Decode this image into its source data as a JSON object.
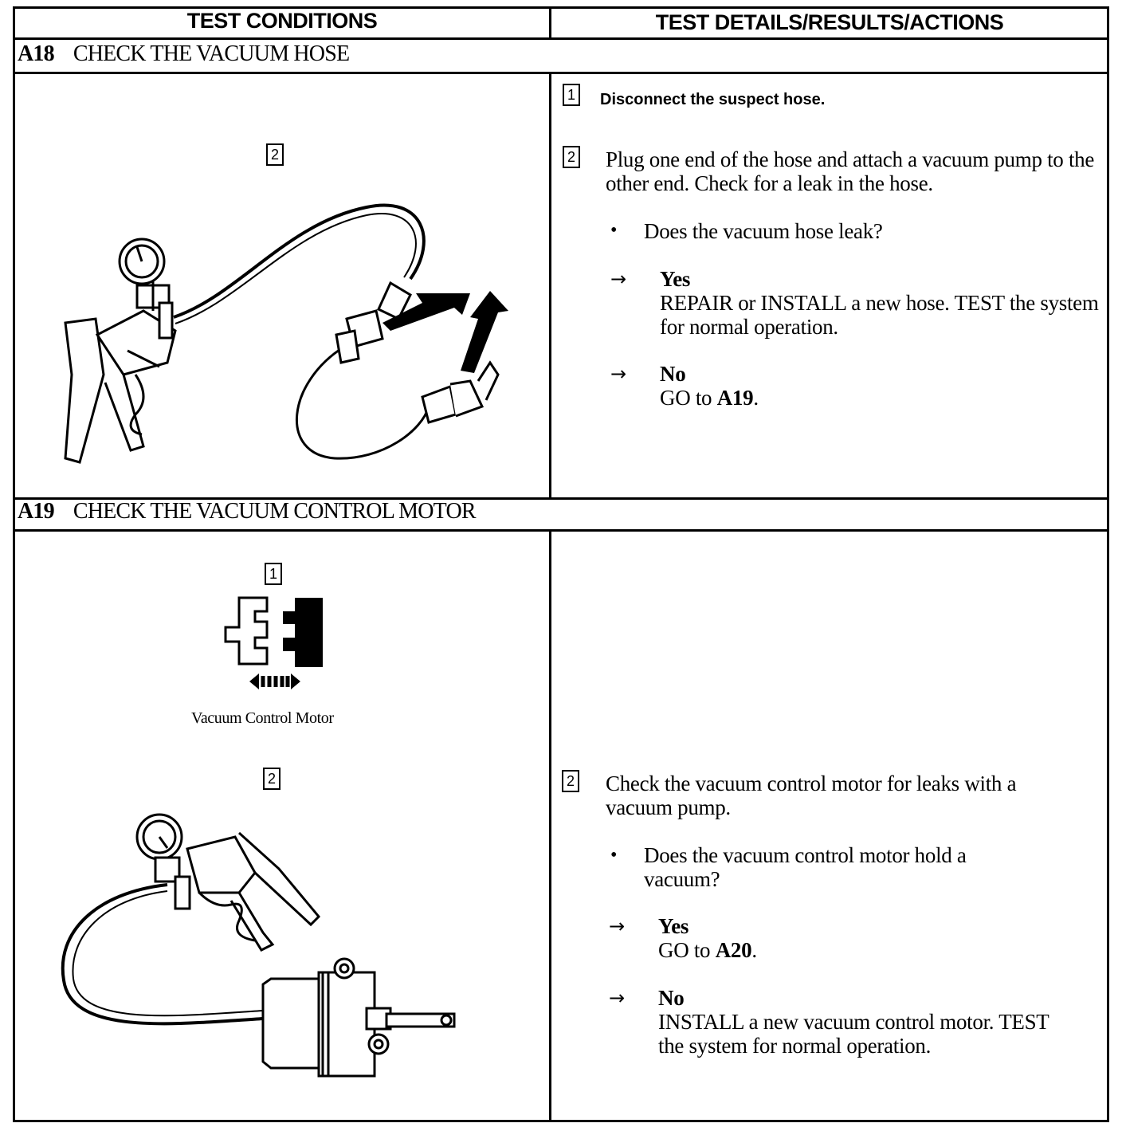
{
  "header": {
    "left": "TEST CONDITIONS",
    "right": "TEST DETAILS/RESULTS/ACTIONS"
  },
  "a18": {
    "id": "A18",
    "title": "CHECK THE VACUUM HOSE",
    "fig_step": "2",
    "step1": {
      "num": "1",
      "text": "Disconnect the suspect hose."
    },
    "step2": {
      "num": "2",
      "text": "Plug one end of the hose and attach a vacuum pump to the other end. Check for a leak in the hose.",
      "question": "Does the vacuum hose leak?",
      "yes_label": "Yes",
      "yes_text": "REPAIR or INSTALL a new hose. TEST the system for normal operation.",
      "no_label": "No",
      "no_text_prefix": "GO to ",
      "no_ref": "A19",
      "no_suffix": "."
    }
  },
  "a19": {
    "id": "A19",
    "title": "CHECK THE VACUUM CONTROL MOTOR",
    "fig1_step": "1",
    "fig1_caption": "Vacuum Control Motor",
    "fig2_step": "2",
    "step2": {
      "num": "2",
      "text": "Check the vacuum control motor for leaks with a vacuum pump.",
      "question": "Does the vacuum control motor hold a vacuum?",
      "yes_label": "Yes",
      "yes_text_prefix": "GO to ",
      "yes_ref": "A20",
      "yes_suffix": ".",
      "no_label": "No",
      "no_text": "INSTALL a new vacuum control motor. TEST the system for normal operation."
    }
  },
  "arrow_glyph": "→",
  "bullet_glyph": "•"
}
